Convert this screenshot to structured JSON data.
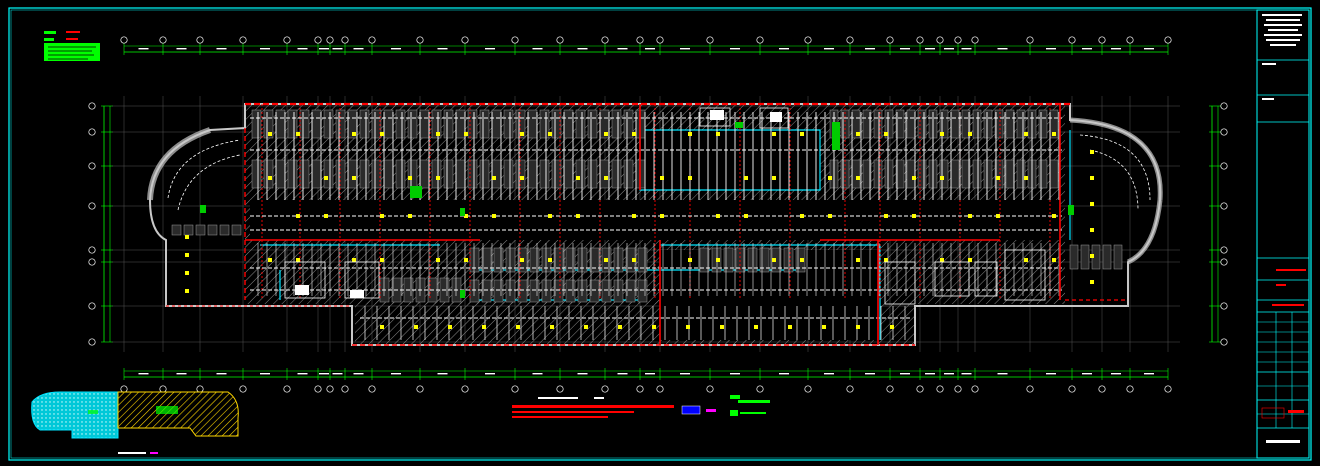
{
  "drawing": {
    "colors": {
      "background": "#000000",
      "frame": "#00ffff",
      "wall": "#c8c8c8",
      "grid": "#555555",
      "sprinkler": "#ffff00",
      "pipe_main": "#ff0000",
      "pipe_branch": "#ffffff",
      "duct": "#00e5ff",
      "hatch": "#9a9a9a",
      "equipment": "#00cc00",
      "blue_patch": "#0000ff",
      "magenta": "#ff00ff"
    },
    "grid_axes_top_count": 36,
    "grid_axes_side_count": 7,
    "title_block": {
      "rows": 14,
      "icons": [
        "stamp-box",
        "signature-grid"
      ]
    },
    "legend": {
      "items": 3,
      "swatches": [
        "#00ff00",
        "#ff0000"
      ]
    },
    "keyplan": {
      "zones": [
        "cyan-zone",
        "yellow-hatched-zone"
      ]
    }
  }
}
